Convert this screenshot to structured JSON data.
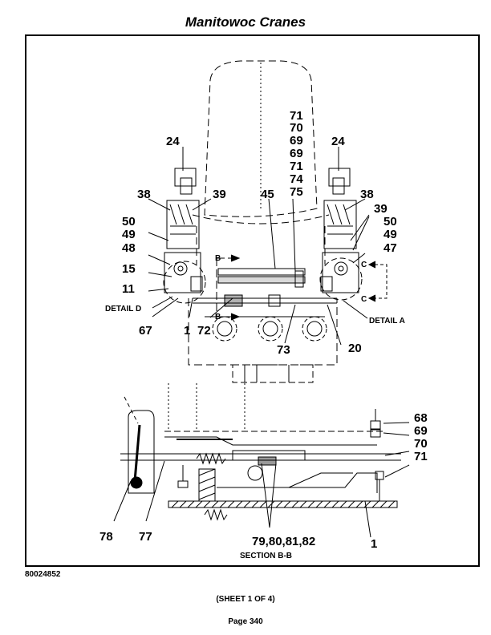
{
  "header": {
    "title": "Manitowoc Cranes"
  },
  "footer": {
    "doc_number": "80024852",
    "sheet": "(SHEET 1 OF 4)",
    "page": "Page 340"
  },
  "diagram": {
    "callouts_top": {
      "stack": [
        "71",
        "70",
        "69",
        "69",
        "71",
        "74",
        "75"
      ],
      "left_24": "24",
      "right_24": "24",
      "left_38": "38",
      "left_39": "39",
      "center_45": "45",
      "right_38": "38",
      "right_39": "39",
      "left_50": "50",
      "left_49": "49",
      "left_48": "48",
      "left_15": "15",
      "left_11": "11",
      "right_50": "50",
      "right_49": "49",
      "right_47": "47",
      "b_top": "B",
      "b_bottom": "B",
      "c_top": "C",
      "c_bottom": "C",
      "detail_d": "DETAIL D",
      "detail_a": "DETAIL A",
      "n67": "67",
      "n1": "1",
      "n72": "72",
      "n73": "73",
      "n20": "20"
    },
    "callouts_bottom": {
      "stack": [
        "68",
        "69",
        "70",
        "71"
      ],
      "n78": "78",
      "n77": "77",
      "n79_82": "79,80,81,82",
      "n1": "1",
      "section": "SECTION B-B"
    }
  }
}
